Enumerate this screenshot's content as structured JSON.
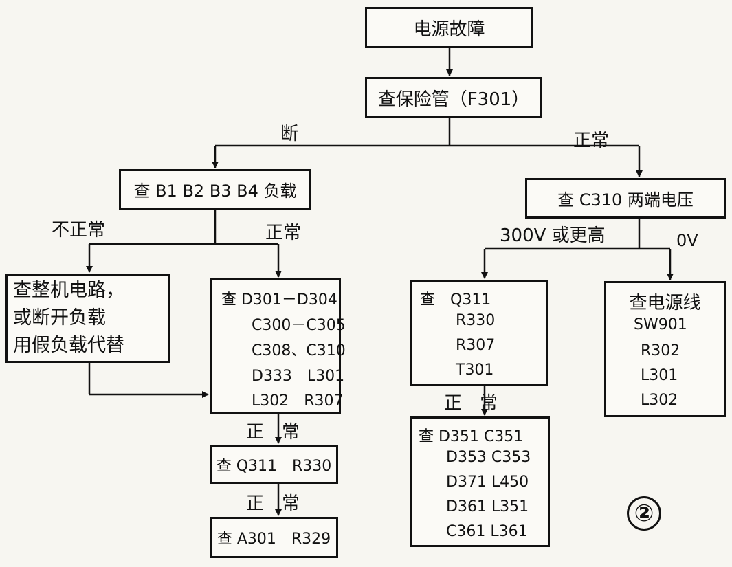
{
  "nodes": {
    "root": "电源故障",
    "fuse": "查保险管（F301）",
    "load_check": "查 B1 B2 B3 B4 负载",
    "c310_check": "查 C310 两端电压",
    "whole_circuit": [
      "查整机电路，",
      "或断开负载",
      "用假负载代替"
    ],
    "diodes": [
      "查 D301－D304",
      "C300－C305",
      "C308、C310",
      "D333　L301",
      "L302　R307"
    ],
    "q311_r330": "查 Q311　R330",
    "a301_r329": "查 A301　R329",
    "q311_list": [
      "查　Q311",
      "R330",
      "R307",
      "T301"
    ],
    "power_cord": [
      "查电源线",
      "SW901",
      "R302",
      "L301",
      "L302"
    ],
    "d351_list": [
      "查 D351 C351",
      "D353 C353",
      "D371 L450",
      "D361 L351",
      "C361 L361"
    ]
  },
  "edge_labels": {
    "broken": "断",
    "normal_1": "正常",
    "abnormal": "不正常",
    "normal_2": "正常",
    "v300": "300V 或更高",
    "v0": "0V",
    "normal_3": "正　常",
    "normal_4": "正　常",
    "normal_5": "正　常"
  },
  "figure_number": "②"
}
